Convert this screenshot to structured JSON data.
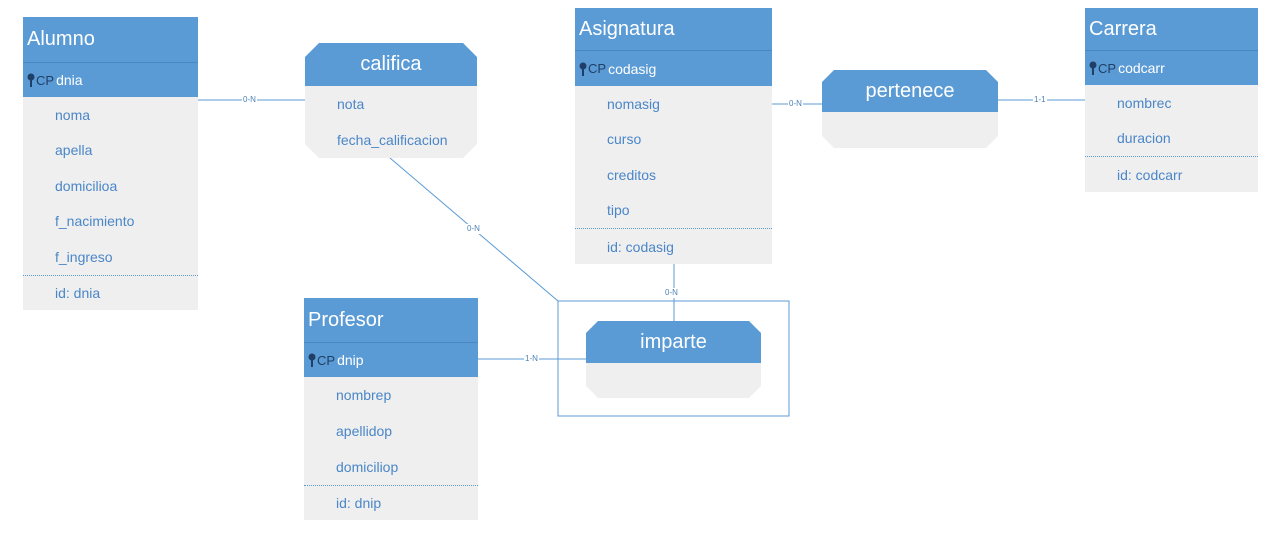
{
  "entities": {
    "alumno": {
      "title": "Alumno",
      "pk_prefix": "CP",
      "pk": "dnia",
      "attrs": [
        "noma",
        "apella",
        "domicilioa",
        "f_nacimiento",
        "f_ingreso"
      ],
      "id": "id: dnia"
    },
    "asignatura": {
      "title": "Asignatura",
      "pk_prefix": "CP",
      "pk": "codasig",
      "attrs": [
        "nomasig",
        "curso",
        "creditos",
        "tipo"
      ],
      "id": "id: codasig"
    },
    "carrera": {
      "title": "Carrera",
      "pk_prefix": "CP",
      "pk": "codcarr",
      "attrs": [
        "nombrec",
        "duracion"
      ],
      "id": "id: codcarr"
    },
    "profesor": {
      "title": "Profesor",
      "pk_prefix": "CP",
      "pk": "dnip",
      "attrs": [
        "nombrep",
        "apellidop",
        "domiciliop"
      ],
      "id": "id: dnip"
    }
  },
  "relationships": {
    "califica": {
      "name": "califica",
      "attrs": [
        "nota",
        "fecha_calificacion"
      ]
    },
    "pertenece": {
      "name": "pertenece",
      "attrs": []
    },
    "imparte": {
      "name": "imparte",
      "attrs": []
    }
  },
  "cardinalities": {
    "alumno_califica": "0-N",
    "califica_imparte": "0-N",
    "asignatura_imparte": "0-N",
    "asignatura_pertenece": "0-N",
    "pertenece_carrera": "1-1",
    "profesor_imparte": "1-N"
  },
  "colors": {
    "header": "#5b9bd5",
    "body": "#efefef",
    "text": "#4a86c8",
    "line": "#5b9bd5"
  },
  "icons": {
    "primary_key": "key-icon"
  }
}
